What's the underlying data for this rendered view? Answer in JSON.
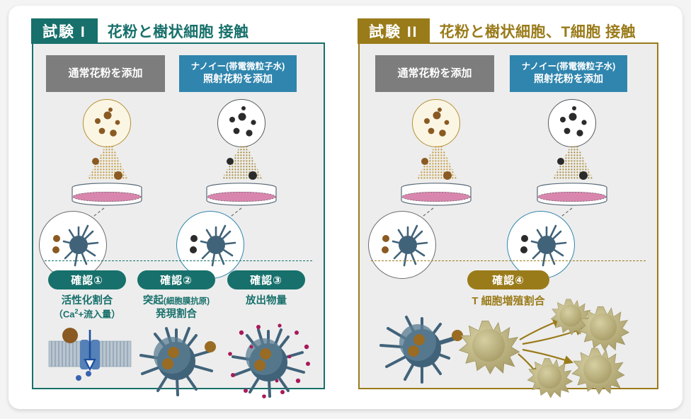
{
  "panels": [
    {
      "id": "trial-1",
      "tab_label": "試験 I",
      "title": "花粉と樹状細胞 接触",
      "accent": "#17706b",
      "columns": [
        {
          "label_line1": "通常花粉を添加",
          "style": "grey"
        },
        {
          "label_line1": "ナノイー(帯電微粒子水)",
          "label_line2": "照射花粉を添加",
          "style": "blue"
        }
      ],
      "measurements": [
        {
          "pill": "確認①",
          "line1": "活性化割合",
          "line2": "（Ca2+流入量）",
          "icon": "ion-channel-membrane-icon"
        },
        {
          "pill": "確認②",
          "line1": "突起(細胞膜抗原)",
          "line2": "発現割合",
          "icon": "dendritic-cell-icon"
        },
        {
          "pill": "確認③",
          "line1": "放出物量",
          "line2": "",
          "icon": "dendritic-cell-releasing-icon"
        }
      ]
    },
    {
      "id": "trial-2",
      "tab_label": "試験 II",
      "title": "花粉と樹状細胞、T細胞 接触",
      "accent": "#9a7b1a",
      "columns": [
        {
          "label_line1": "通常花粉を添加",
          "style": "grey"
        },
        {
          "label_line1": "ナノイー(帯電微粒子水)",
          "label_line2": "照射花粉を添加",
          "style": "blue"
        }
      ],
      "measurements": [
        {
          "pill": "確認④",
          "line1": "T 細胞増殖割合",
          "line2": "",
          "icon": "t-cell-proliferation-icon"
        }
      ]
    }
  ],
  "colors": {
    "teal": "#17706b",
    "gold": "#9a7b1a",
    "grey_box": "#7d7d7d",
    "blue_box": "#2f85ad",
    "panel_bg": "#ededed",
    "pollen_brown": "#8a5a22",
    "pollen_dark": "#2b2b2b",
    "medium_pink": "#d986ae",
    "cell_blue": "#41637a",
    "release_magenta": "#a8195a",
    "tcell_khaki": "#b5ac77"
  }
}
